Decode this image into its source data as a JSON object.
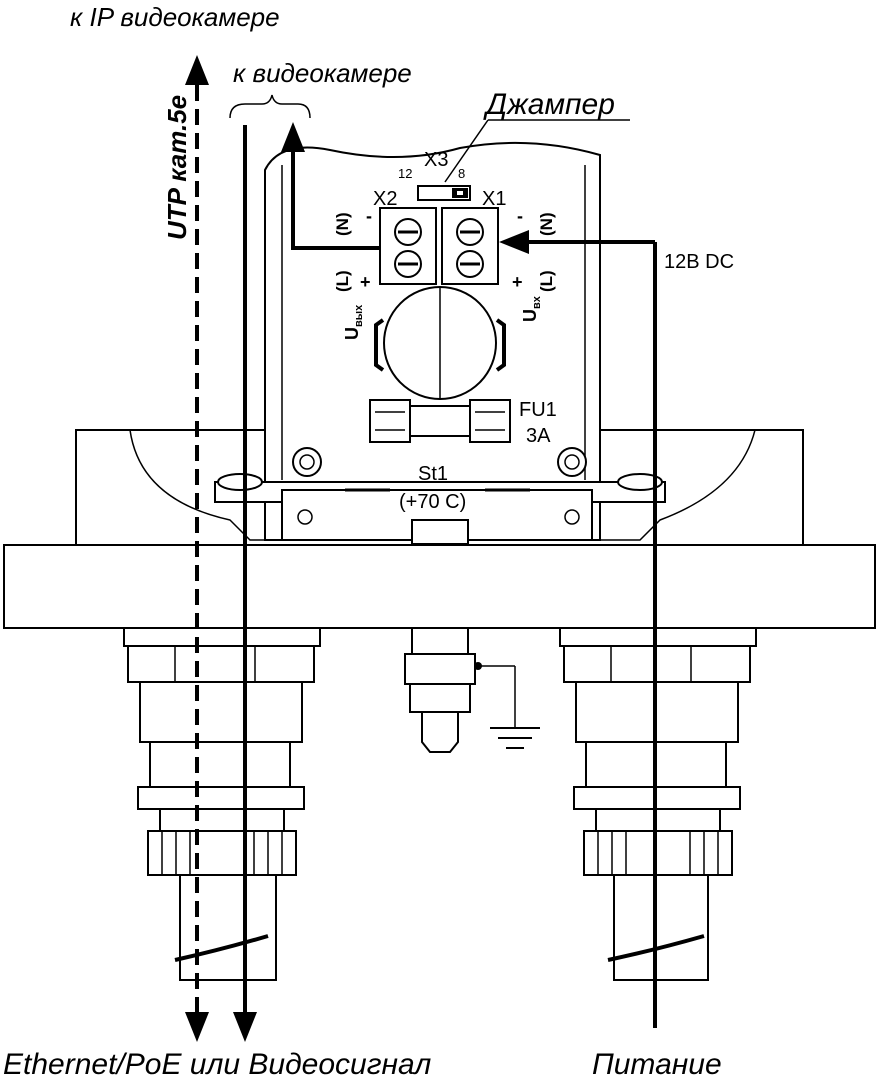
{
  "labels": {
    "to_ip_camera": "к IP видеокамере",
    "to_camera": "к видеокамере",
    "utp": "UTP кат.5е",
    "jumper": "Джампер",
    "x3": "X3",
    "x3_pin12": "12",
    "x3_pin8": "8",
    "x2": "X2",
    "x1": "X1",
    "n_left": "(N)",
    "n_right": "(N)",
    "minus_left": "-",
    "minus_right": "-",
    "l_left": "(L)",
    "l_right": "(L)",
    "plus_left": "+",
    "plus_right": "+",
    "u_out": "U",
    "u_out_sub": "вых",
    "u_in": "U",
    "u_in_sub": "вх",
    "dc": "12В DC",
    "fuse": "FU1",
    "fuse_rating": "3А",
    "thermostat": "St1",
    "thermostat_temp": "(+70 С)",
    "ethernet": "Ethernet/PoE или Видеосигнал",
    "power": "Питание"
  }
}
